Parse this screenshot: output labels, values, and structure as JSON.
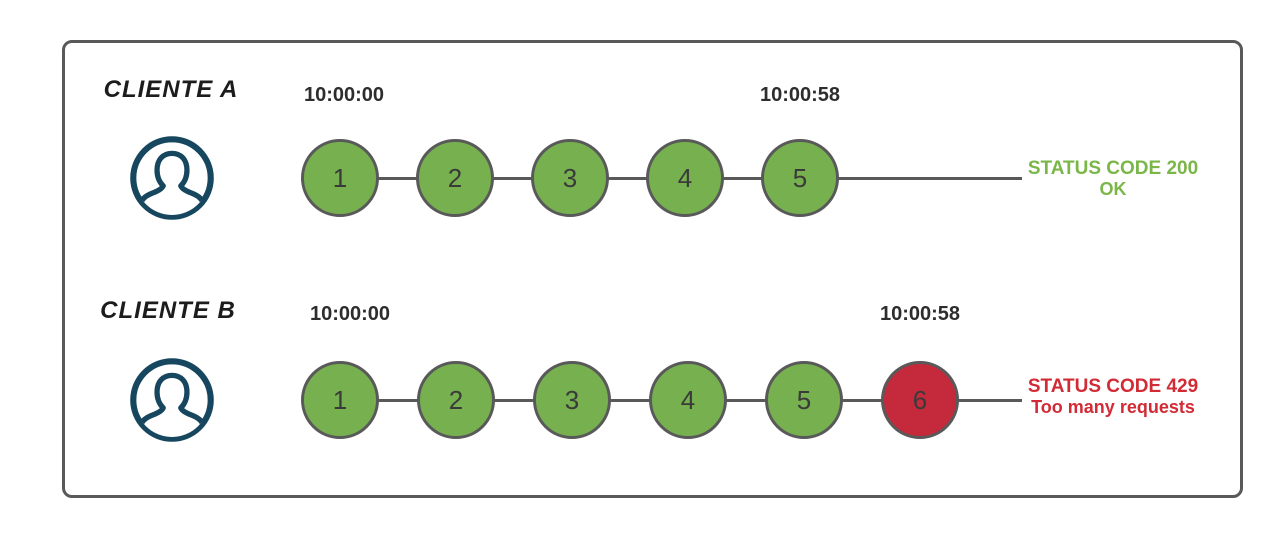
{
  "figure": {
    "background": "#ffffff",
    "frame_border_color": "#595959",
    "connector_color": "#595959",
    "circle_border_color": "#595959"
  },
  "icons": {
    "user_icon_color": "#17465f"
  },
  "rows": [
    {
      "client": "CLIENTE A",
      "start_time": "10:00:00",
      "end_time": "10:00:58",
      "requests": [
        {
          "label": "1",
          "state": "success",
          "color": "#77b14f"
        },
        {
          "label": "2",
          "state": "success",
          "color": "#77b14f"
        },
        {
          "label": "3",
          "state": "success",
          "color": "#77b14f"
        },
        {
          "label": "4",
          "state": "success",
          "color": "#77b14f"
        },
        {
          "label": "5",
          "state": "success",
          "color": "#77b14f"
        }
      ],
      "status": {
        "line1": "STATUS CODE 200",
        "line2": "OK",
        "color": "#7ab648"
      }
    },
    {
      "client": "CLIENTE B",
      "start_time": "10:00:00",
      "end_time": "10:00:58",
      "requests": [
        {
          "label": "1",
          "state": "success",
          "color": "#77b14f"
        },
        {
          "label": "2",
          "state": "success",
          "color": "#77b14f"
        },
        {
          "label": "3",
          "state": "success",
          "color": "#77b14f"
        },
        {
          "label": "4",
          "state": "success",
          "color": "#77b14f"
        },
        {
          "label": "5",
          "state": "success",
          "color": "#77b14f"
        },
        {
          "label": "6",
          "state": "rate-limited",
          "color": "#c42a3c"
        }
      ],
      "status": {
        "line1": "STATUS CODE 429",
        "line2": "Too many requests",
        "color": "#d22b35"
      }
    }
  ]
}
